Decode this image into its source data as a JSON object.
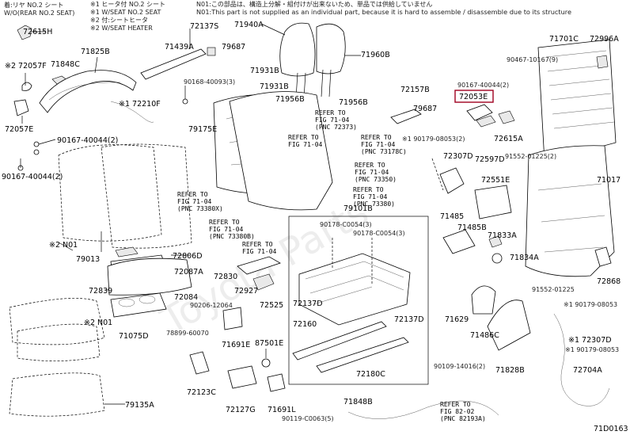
{
  "notes": {
    "left": [
      "着:リヤ NO.2 シート",
      "W/O(REAR NO.2 SEAT)"
    ],
    "mid": [
      "※1 ヒータ付 NO.2 シート",
      "※1 W/SEAT NO.2 SEAT",
      "※2 付:シートヒータ",
      "※2 W/SEAT HEATER"
    ],
    "right": [
      "N01:この部品は、構造上分解・組付けが出来ないため、単品では供給していません",
      "N01:This part is not supplied as an individual part, because it is hard to assemble / disassemble due to its structure"
    ]
  },
  "watermark": "Toyota Parts",
  "diagram_id": "71D0163",
  "highlighted_part": "72053E",
  "parts": [
    "72615H",
    "※2 72057F",
    "71848C",
    "71825B",
    "72057E",
    "※1 72210F",
    "90167-40044(2)",
    "90167-40044(2)",
    "※2 N01",
    "79013",
    "72839",
    "※2 N01",
    "71075D",
    "79135A",
    "72137S",
    "71439A",
    "79687",
    "90168-40093(3)",
    "71940A",
    "71931B",
    "71931B",
    "71960B",
    "71956B",
    "71956B",
    "79175E",
    "72806D",
    "72087A",
    "72830",
    "72084",
    "90206-12064",
    "78899-60070",
    "72927",
    "72525",
    "71691E",
    "87501E",
    "72123C",
    "72127G",
    "71691L",
    "90119-C0063(5)",
    "71848B",
    "72180C",
    "72160",
    "72137D",
    "72137D",
    "79101B",
    "90178-C0054(3)",
    "90178-C0054(3)",
    "72157B",
    "79687",
    "90167-40044(2)",
    "72053E",
    "72615A",
    "72597D",
    "※1 90179-08053(2)",
    "72307D",
    "71485",
    "71485B",
    "72551E",
    "71833A",
    "71834A",
    "71629",
    "71486C",
    "71828B",
    "90109-14016(2)",
    "71701C",
    "72996A",
    "90467-10167(9)",
    "91552-01225(2)",
    "71017",
    "72868",
    "91552-01225",
    "※1 90179-08053",
    "※1 72307D",
    "※1 90179-08053",
    "72704A"
  ],
  "refs": [
    [
      "REFER TO",
      "FIG 71-04",
      "(PNC 72373)"
    ],
    [
      "REFER TO",
      "FIG 71-04"
    ],
    [
      "REFER TO",
      "FIG 71-04",
      "(PNC 73178C)"
    ],
    [
      "REFER TO",
      "FIG 71-04",
      "(PNC 73350)"
    ],
    [
      "REFER TO",
      "FIG 71-04",
      "(PNC 73380)"
    ],
    [
      "REFER TO",
      "FIG 71-04",
      "(PNC 73380X)"
    ],
    [
      "REFER TO",
      "FIG 71-04",
      "(PNC 73380B)"
    ],
    [
      "REFER TO",
      "FIG 71-04"
    ],
    [
      "REFER TO",
      "FIG 82-02",
      "(PNC 82193A)"
    ]
  ]
}
